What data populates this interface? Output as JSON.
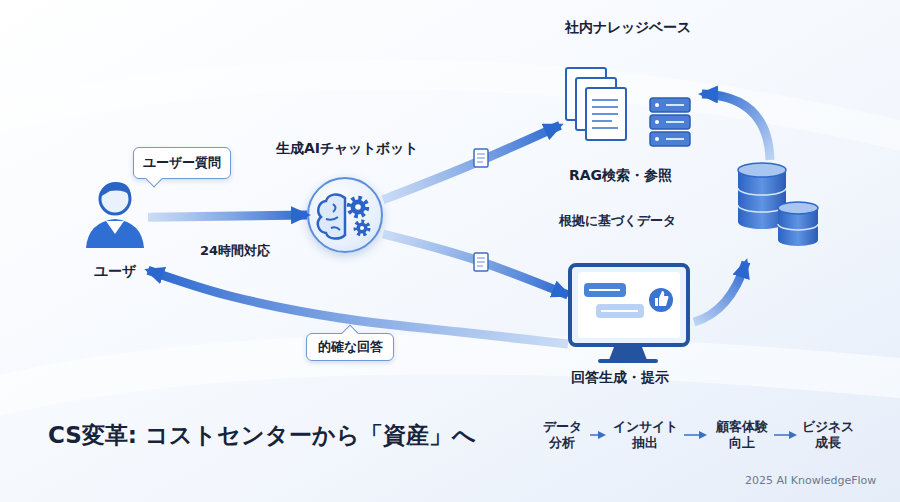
{
  "diagram": {
    "title": "CS変革: コストセンターから「資産」へ",
    "nodes": [
      {
        "text": [
          "ユーザー質問"
        ]
      },
      {
        "text": [
          "ユーザ"
        ]
      },
      {
        "text": [
          "生成AIチャットボット"
        ]
      },
      {
        "text": [
          "社内ナレッジベース",
          "RAG検索・参照"
        ]
      },
      {
        "text": [
          "回答生成・提示"
        ]
      }
    ],
    "edges": [
      {
        "from": 1,
        "to": 2,
        "label": "24時間対応",
        "arrow": "to"
      },
      {
        "from": 2,
        "to": 3,
        "arrow": "to"
      },
      {
        "from": 2,
        "to": 4,
        "arrow": "to"
      },
      {
        "from": 4,
        "to": 1,
        "label": "的確な回答",
        "arrow": "to"
      }
    ],
    "labels": [
      "根拠に基づくデータ",
      "データ 分析",
      "インサイト 抽出",
      "顧客体験 向上",
      "ビジネス 成長",
      "2025 AI KnowledgeFlow"
    ]
  }
}
